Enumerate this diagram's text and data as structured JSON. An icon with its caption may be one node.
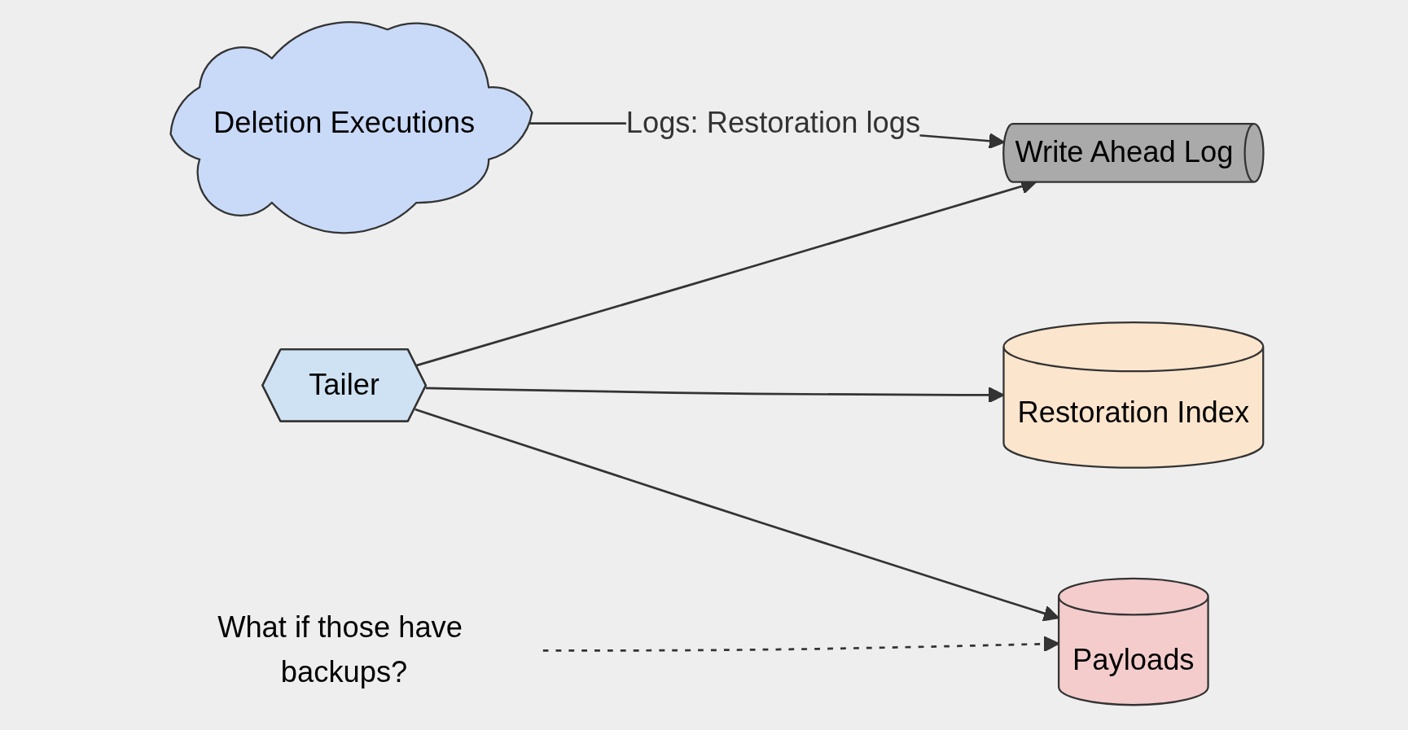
{
  "diagram": {
    "nodes": [
      {
        "text": [
          "Deletion Executions"
        ]
      },
      {
        "text": [
          "Write Ahead Log"
        ]
      },
      {
        "text": [
          "Tailer"
        ]
      },
      {
        "text": [
          "Restoration Index"
        ]
      },
      {
        "text": [
          "Payloads"
        ]
      },
      {
        "text": [
          "What if those have backups?"
        ]
      }
    ],
    "edges": [
      {
        "from": 0,
        "to": 1,
        "arrow": "to",
        "label": "Logs: Restoration logs"
      },
      {
        "from": 2,
        "to": 1,
        "arrow": "to"
      },
      {
        "from": 2,
        "to": 3,
        "arrow": "to"
      },
      {
        "from": 2,
        "to": 4,
        "arrow": "to"
      },
      {
        "from": 5,
        "to": 4,
        "arrow": "to",
        "style": "dashed"
      }
    ]
  }
}
